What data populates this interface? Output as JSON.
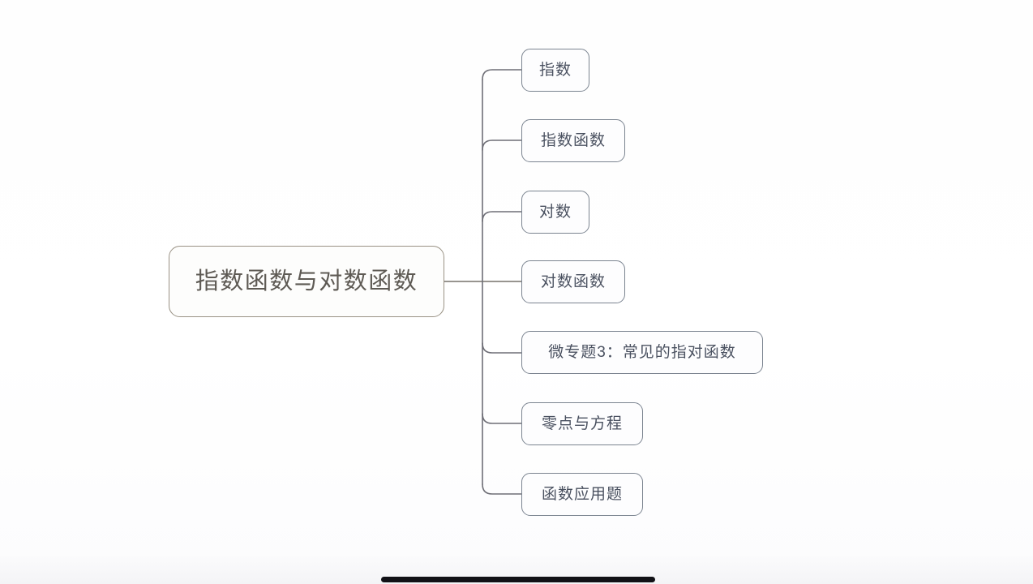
{
  "diagram": {
    "type": "mind-map",
    "title": "指数函数与对数函数",
    "root": {
      "label": "指数函数与对数函数",
      "border_color": "#9a9285",
      "text_color": "#5e5a54"
    },
    "branch_style": {
      "border_color": "#7b8490",
      "text_color": "#4a5160",
      "connector_color": "#6e6e76"
    },
    "children": [
      {
        "label": "指数"
      },
      {
        "label": "指数函数"
      },
      {
        "label": "对数"
      },
      {
        "label": "对数函数"
      },
      {
        "label": "微专题3：常见的指对函数"
      },
      {
        "label": "零点与方程"
      },
      {
        "label": "函数应用题"
      }
    ]
  },
  "player": {
    "progress_color": "#111116",
    "background_color": "#f4f4f6"
  }
}
